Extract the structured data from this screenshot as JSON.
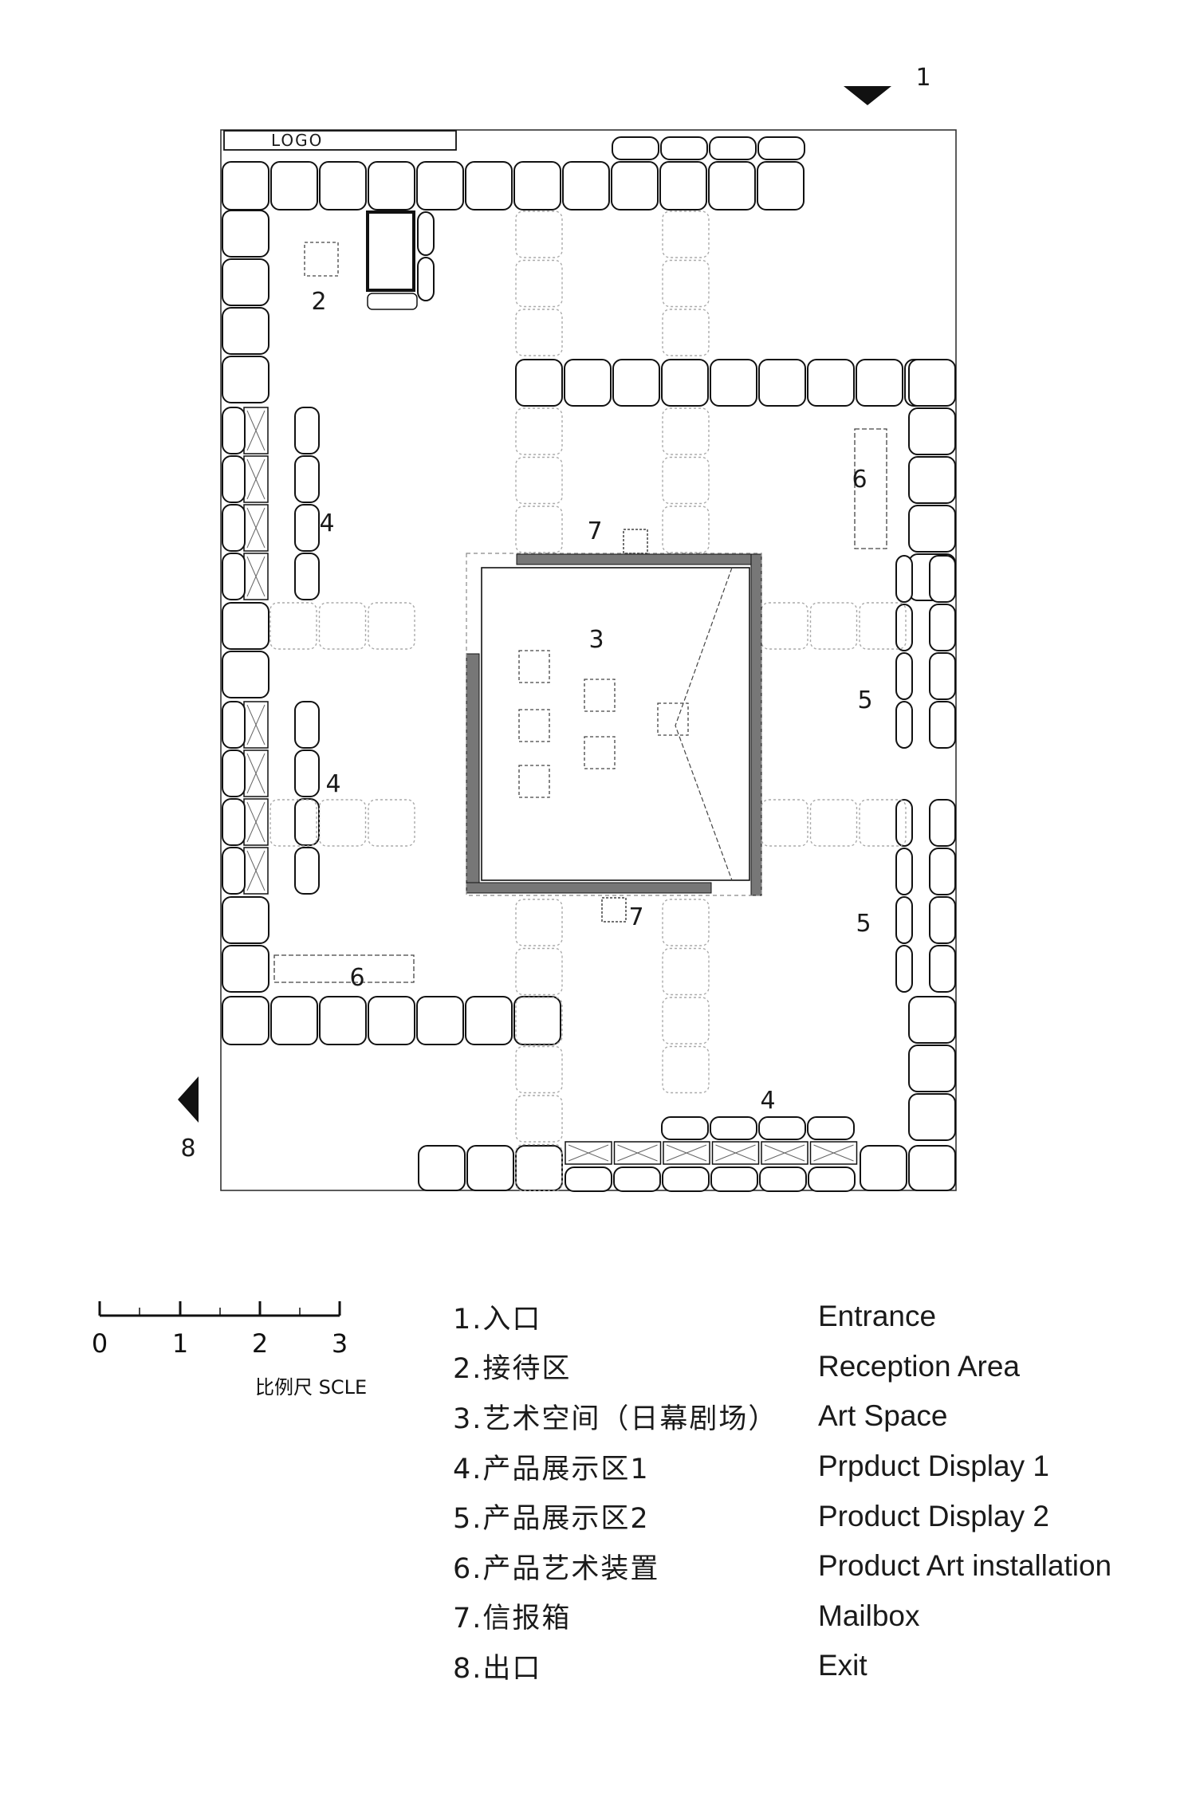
{
  "plan": {
    "logo": "LOGO",
    "labels": [
      {
        "id": "entrance",
        "text": "1"
      },
      {
        "id": "reception",
        "text": "2"
      },
      {
        "id": "art-space",
        "text": "3"
      },
      {
        "id": "display1-a",
        "text": "4"
      },
      {
        "id": "display1-b",
        "text": "4"
      },
      {
        "id": "display1-c",
        "text": "4"
      },
      {
        "id": "display2-a",
        "text": "5"
      },
      {
        "id": "display2-b",
        "text": "5"
      },
      {
        "id": "art-install-a",
        "text": "6"
      },
      {
        "id": "art-install-b",
        "text": "6"
      },
      {
        "id": "mailbox-a",
        "text": "7"
      },
      {
        "id": "mailbox-b",
        "text": "7"
      },
      {
        "id": "exit",
        "text": "8"
      }
    ]
  },
  "scale": {
    "ticks": [
      "0",
      "1",
      "2",
      "3"
    ],
    "caption": "比例尺 SCLE"
  },
  "legend": [
    {
      "zh": "1.入口",
      "en": "Entrance"
    },
    {
      "zh": "2.接待区",
      "en": "Reception Area"
    },
    {
      "zh": "3.艺术空间（日幕剧场）",
      "en": "Art Space"
    },
    {
      "zh": "4.产品展示区1",
      "en": "Prpduct Display 1"
    },
    {
      "zh": "5.产品展示区2",
      "en": "Product Display 2"
    },
    {
      "zh": "6.产品艺术装置",
      "en": "Product Art installation"
    },
    {
      "zh": "7.信报箱",
      "en": "Mailbox"
    },
    {
      "zh": "8.出口",
      "en": "Exit"
    }
  ]
}
